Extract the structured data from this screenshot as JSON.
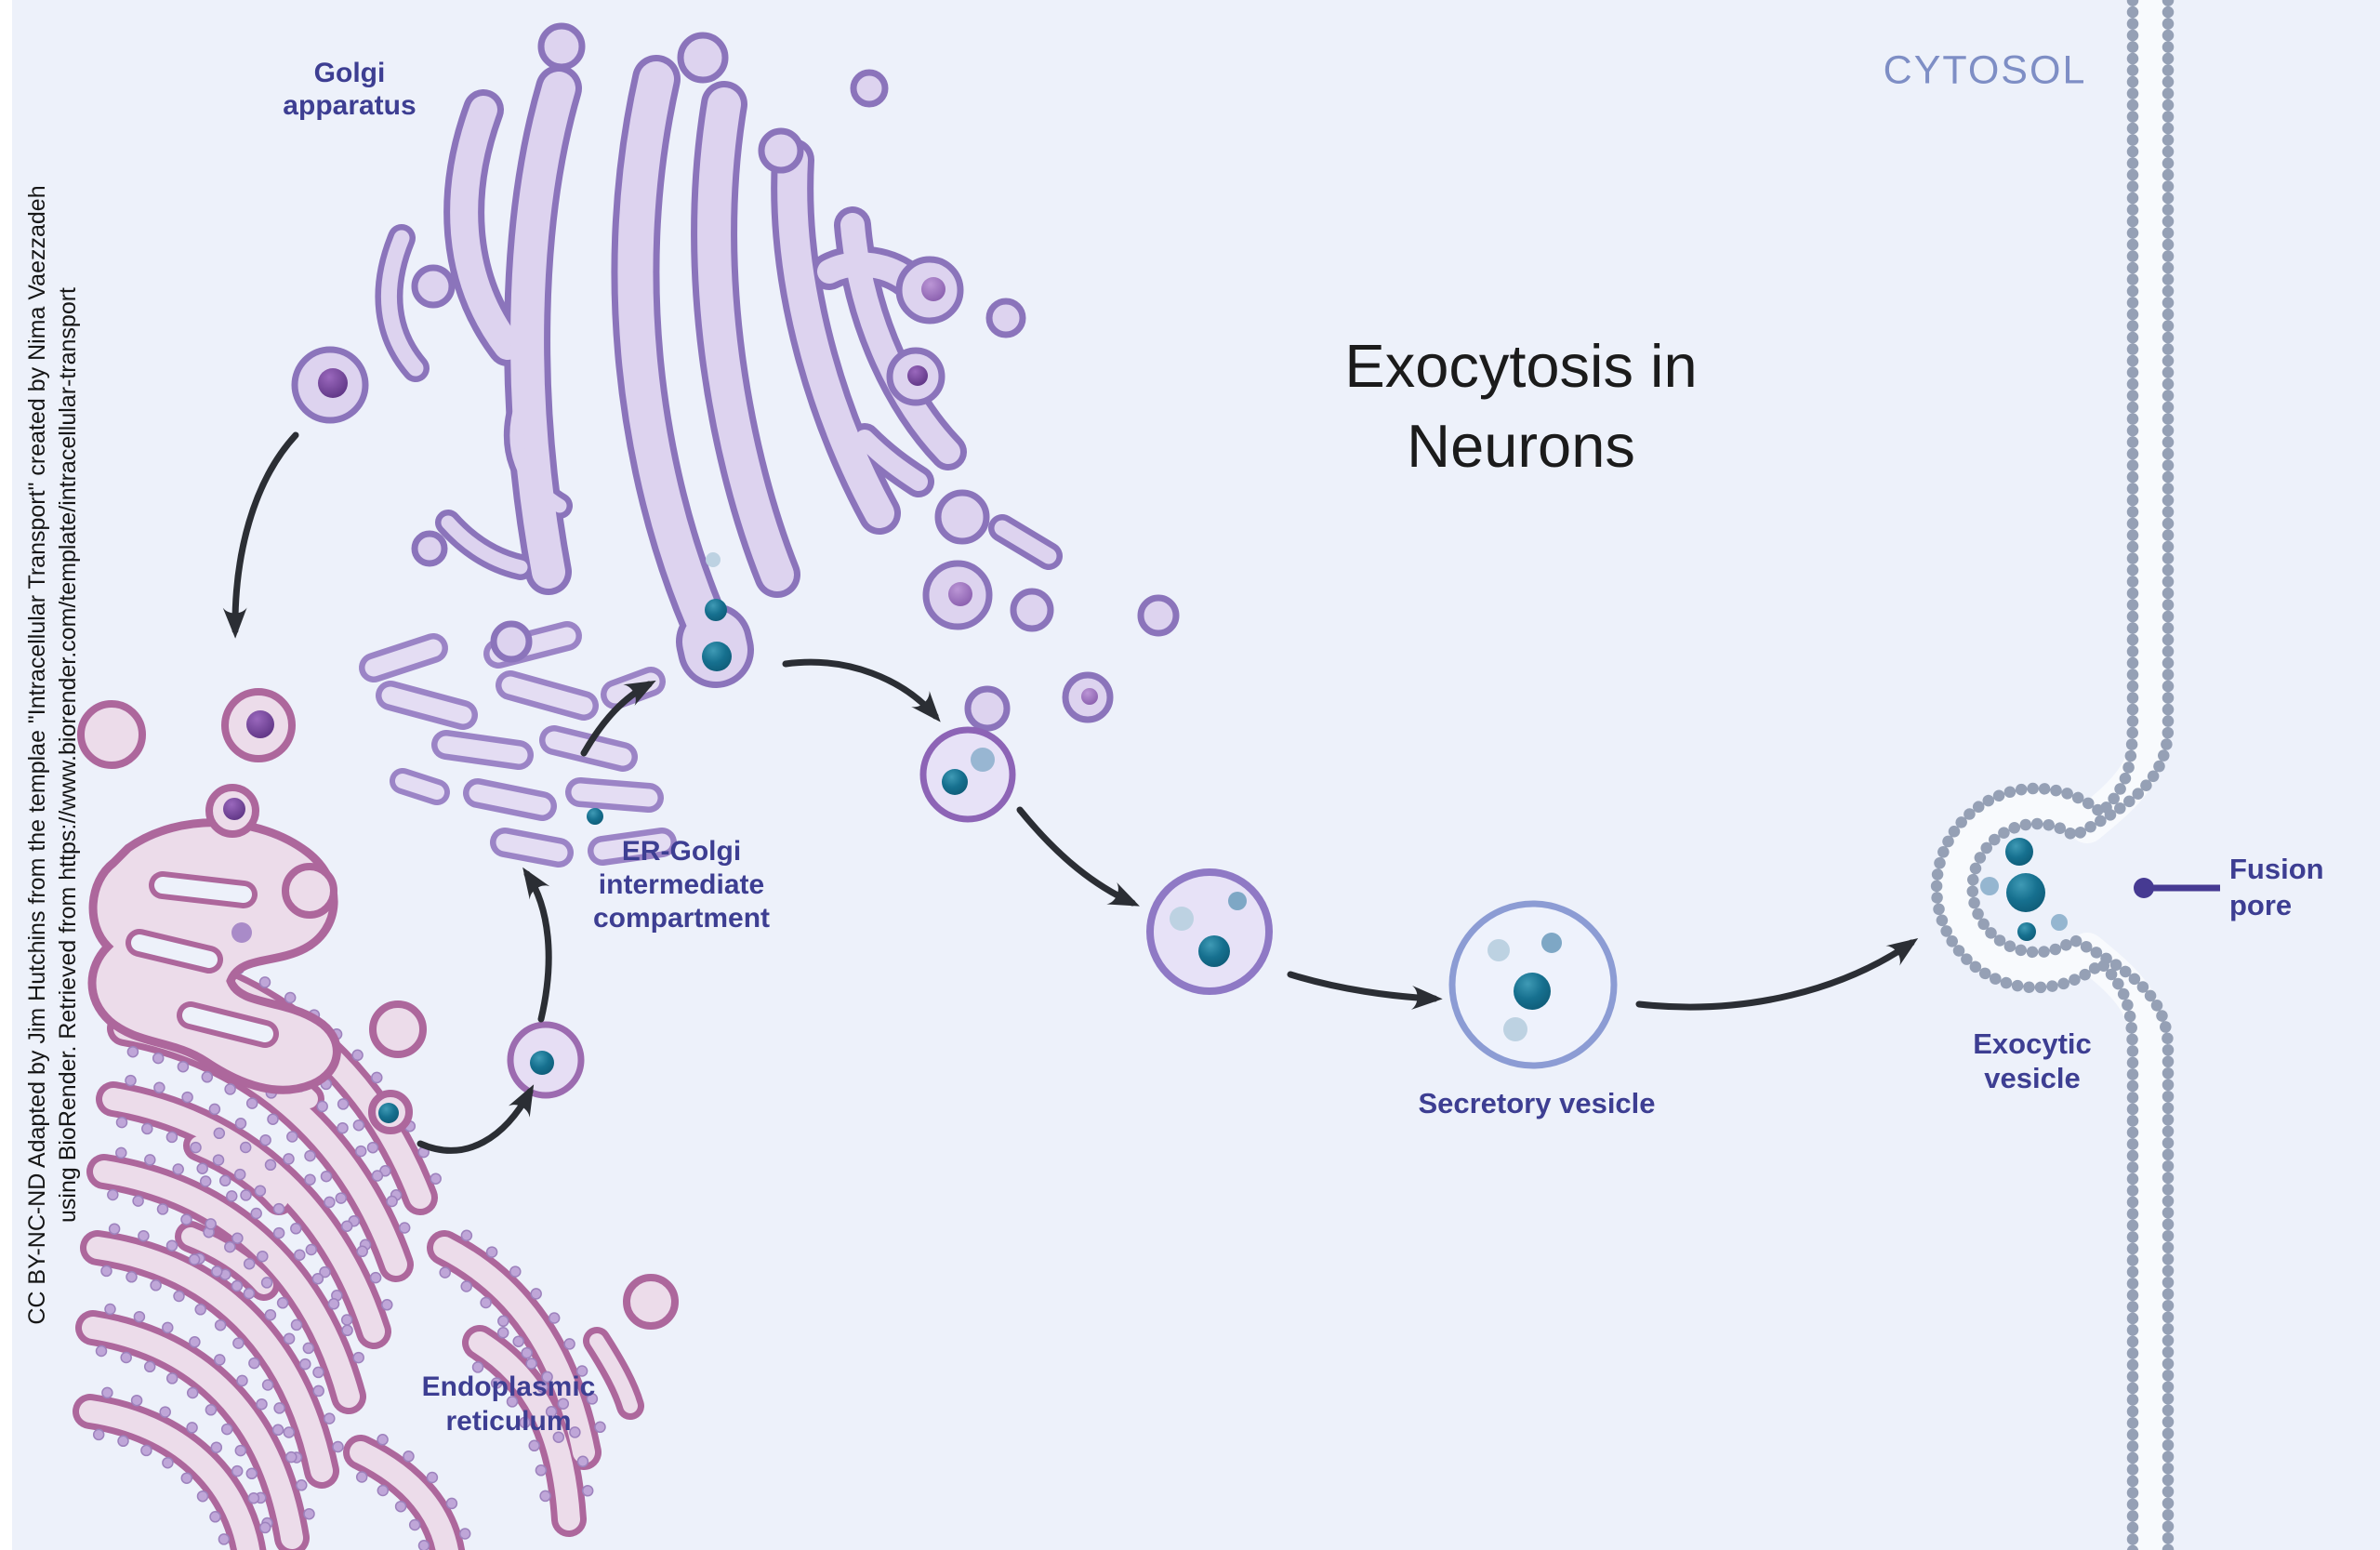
{
  "title": "Exocytosis in\nNeurons",
  "region_label": "CYTOSOL",
  "labels": {
    "golgi": "Golgi\napparatus",
    "ergic": "ER-Golgi\nintermediate\ncompartment",
    "er": "Endoplasmic\nreticulum",
    "secretory": "Secretory vesicle",
    "exocytic": "Exocytic\nvesicle",
    "fusion_pore": "Fusion\npore"
  },
  "attribution": {
    "line1": "CC BY-NC-ND Adapted by Jim Hutchins from the templae \"Intracellular Transport\" created by Nima Vaezzadeh",
    "line2": "using BioRender. Retrieved from https://www.biorender.com/template/intracellular-transport"
  },
  "palette": {
    "bg": "#edf1fa",
    "sidebar": "#ffffff",
    "title_color": "#1b1b1b",
    "label_color": "#3d3e92",
    "cytosol_color": "#7e8ec5",
    "arrow": "#2b2e34",
    "annotation": "#463a92",
    "golgi_border": "#8b74bb",
    "golgi_fill": "#ddd3ef",
    "ergic_border": "#9b84c6",
    "ergic_fill": "#e4ddf3",
    "er_border": "#ad679c",
    "er_fill": "#ecdcea",
    "ribosome": "#bfa6d8",
    "ribosome_edge": "#9d82bd",
    "vesicle_border": "#9c6bb0",
    "vesicle2_border": "#8d64b6",
    "vesicle3_border": "#8f79c5",
    "vesicle_fill": "#e7e2f7",
    "secretory_border": "#8c9cd4",
    "secretory_fill": "#eef2fc",
    "cargo_teal": "#16708f",
    "cargo_light": "#bdd2e2",
    "cargo_mid": "#7ea7c5",
    "core_purple": "#5f3585",
    "core_purple_light": "#9a74c0",
    "membrane_bead": "#95a0b5",
    "membrane_band": "#f8fafd"
  }
}
